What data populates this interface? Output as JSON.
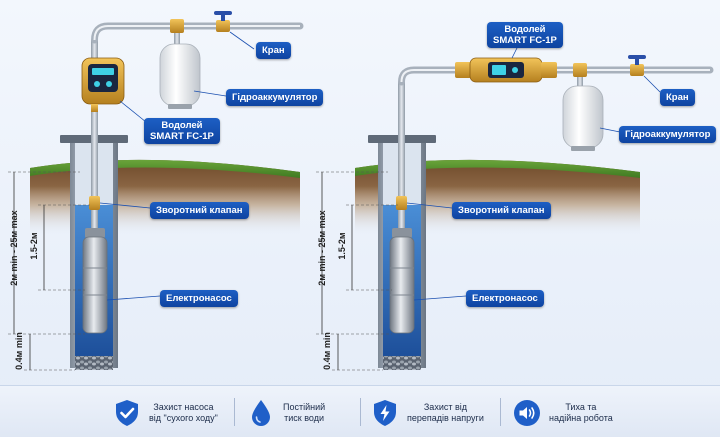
{
  "left": {
    "labels": {
      "valve": "Кран",
      "accumulator": "Гідроаккумулятор",
      "controller_line1": "Водолей",
      "controller_line2": "SMART FC-1P",
      "check_valve": "Зворотний клапан",
      "pump": "Електронасос"
    },
    "dimensions": {
      "depth": "2м min - 25м max",
      "check_valve_distance": "1.5-2м",
      "bottom_gap": "0.4м min"
    }
  },
  "right": {
    "labels": {
      "valve": "Кран",
      "accumulator": "Гідроаккумулятор",
      "controller_line1": "Водолей",
      "controller_line2": "SMART FC-1P",
      "check_valve": "Зворотний клапан",
      "pump": "Електронасос"
    },
    "dimensions": {
      "depth": "2м min - 25м max",
      "check_valve_distance": "1.5-2м",
      "bottom_gap": "0.4м min"
    }
  },
  "features": [
    {
      "icon": "shield-check-icon",
      "line1": "Захист насоса",
      "line2": "від \"сухого ходу\""
    },
    {
      "icon": "water-drop-icon",
      "line1": "Постійний",
      "line2": "тиск води"
    },
    {
      "icon": "lightning-shield-icon",
      "line1": "Захист від",
      "line2": "перепадів напруги"
    },
    {
      "icon": "speaker-icon",
      "line1": "Тиха та",
      "line2": "надійна робота"
    }
  ],
  "colors": {
    "label_bg": "#1451b4",
    "water": "#2f6fb7",
    "brass": "#d9a441",
    "accent": "#1f5fc8"
  }
}
